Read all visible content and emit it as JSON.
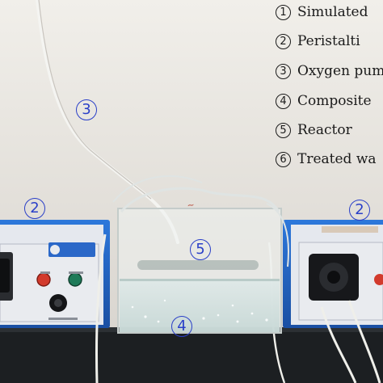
{
  "legend": [
    {
      "num": "1",
      "text": "Simulated"
    },
    {
      "num": "2",
      "text": "Peristalti"
    },
    {
      "num": "3",
      "text": "Oxygen pum"
    },
    {
      "num": "4",
      "text": "Composite"
    },
    {
      "num": "5",
      "text": "Reactor"
    },
    {
      "num": "6",
      "text": "Treated wa"
    }
  ],
  "markers": {
    "oxygen_pump_tube": "3",
    "left_pump": "2",
    "right_pump": "2",
    "reactor": "5",
    "composite": "4"
  },
  "colors": {
    "wall": "#e9e6e1",
    "pump_body": "#1f63c4",
    "bench": "#1c1f22",
    "marker": "#2a3fc8"
  }
}
